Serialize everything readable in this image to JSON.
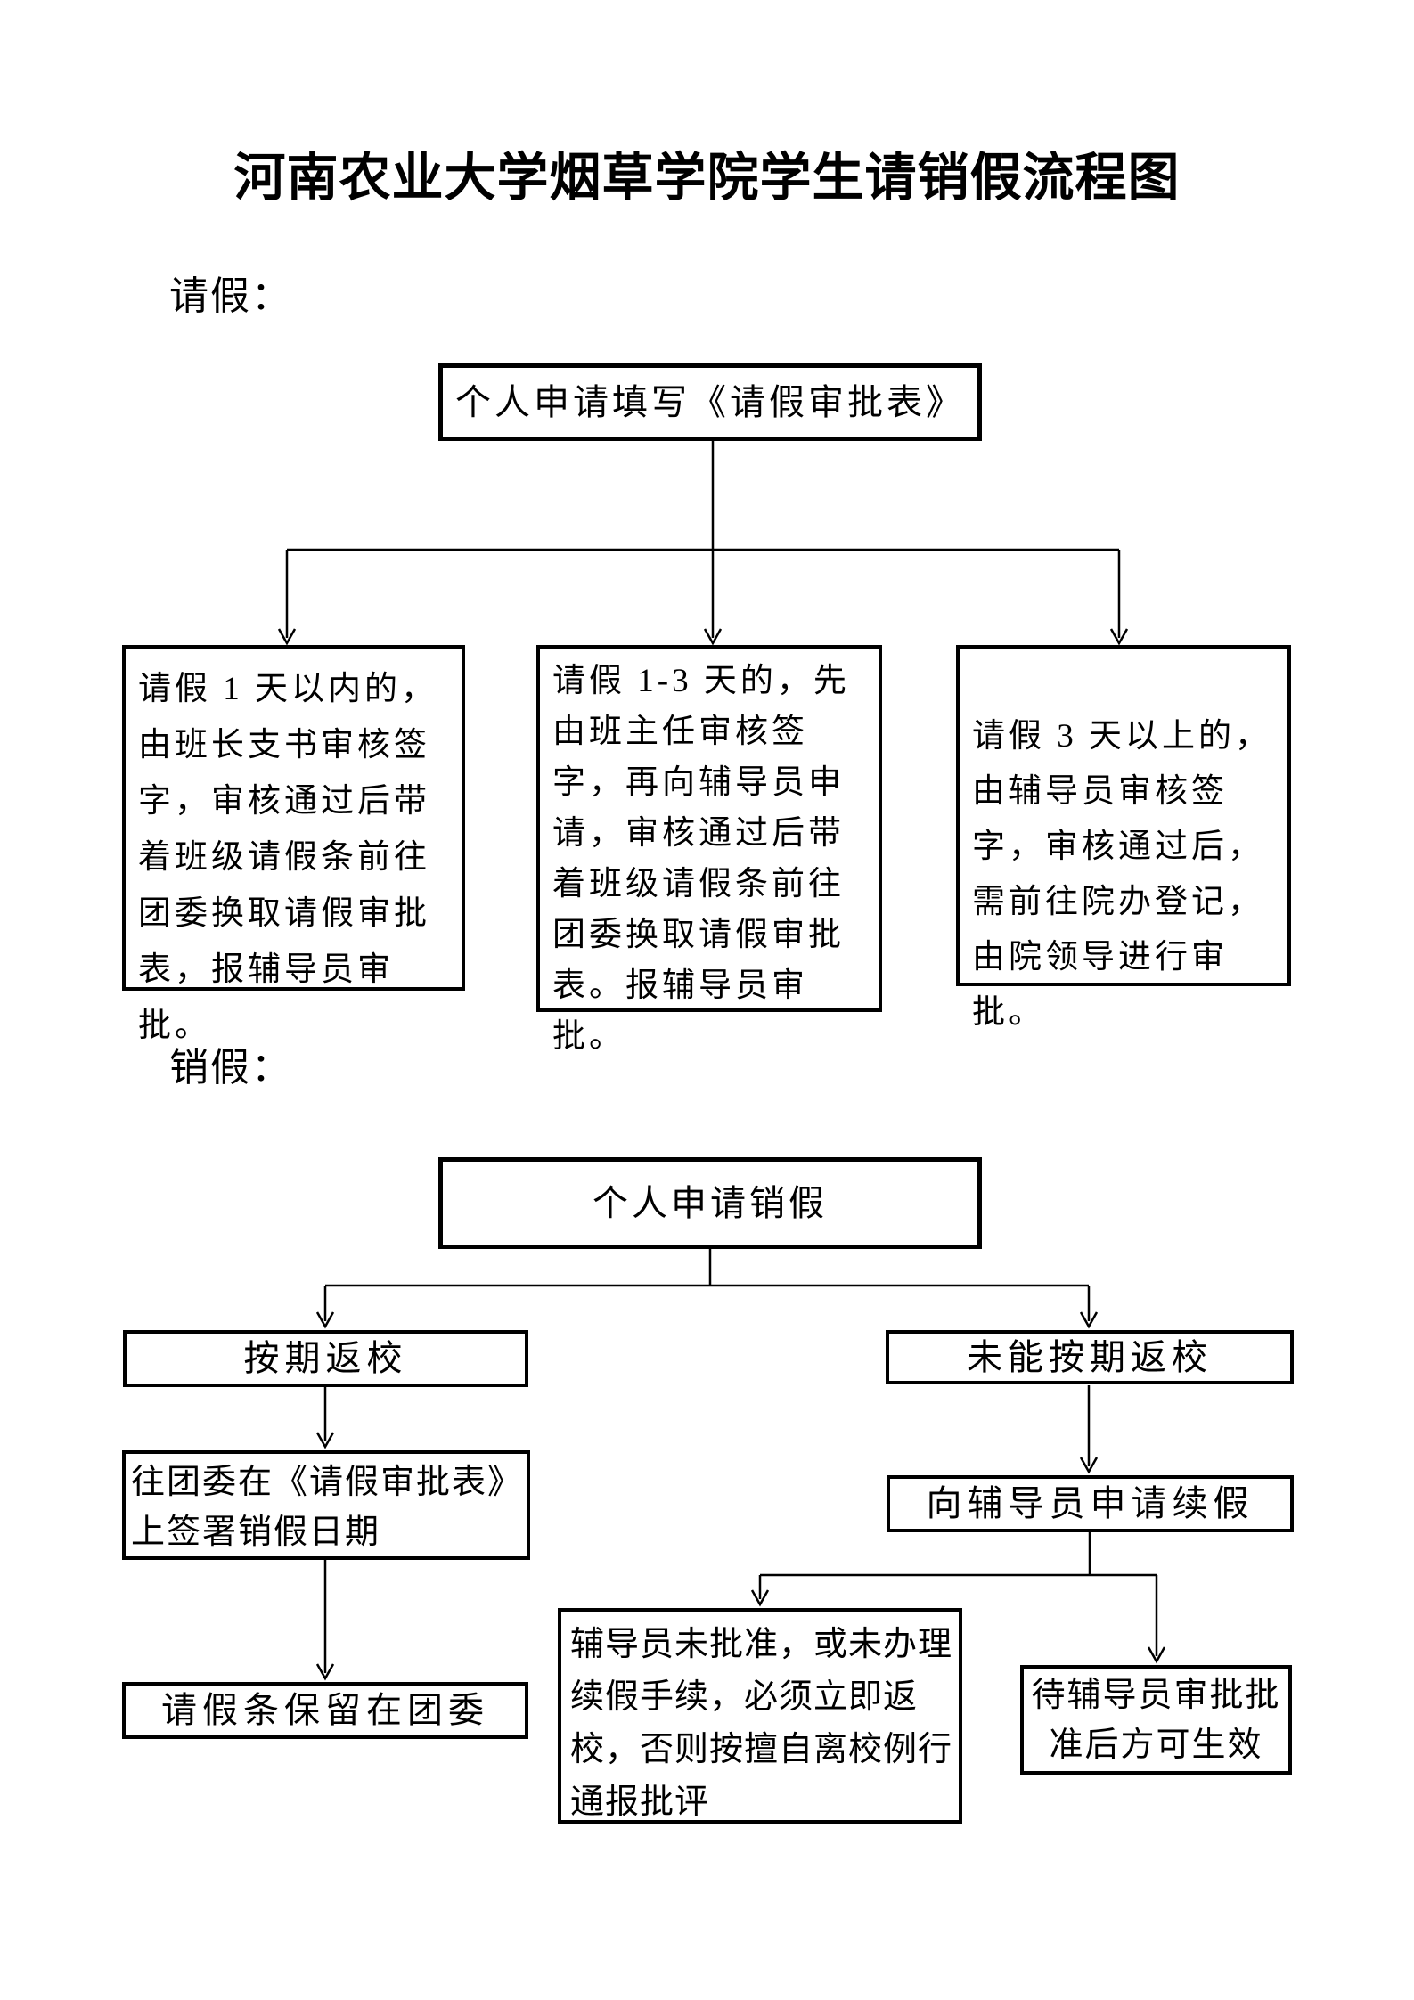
{
  "page": {
    "title": "河南农业大学烟草学院学生请销假流程图"
  },
  "sections": {
    "leave": {
      "label": "请假：",
      "root": "个人申请填写《请假审批表》",
      "branches": [
        "请假 1 天以内的，由班长支书审核签字，审核通过后带着班级请假条前往团委换取请假审批表，报辅导员审批。",
        "请假 1-3 天的，先由班主任审核签字，再向辅导员申请，审核通过后带着班级请假条前往团委换取请假审批表。报辅导员审批。",
        "请假 3 天以上的，由辅导员审核签字，审核通过后，需前往院办登记，由院领导进行审批。"
      ]
    },
    "cancel": {
      "label": "销假：",
      "root": "个人申请销假",
      "on_time": {
        "step1": "按期返校",
        "step2": "往团委在《请假审批表》上签署销假日期",
        "step3": "请假条保留在团委"
      },
      "late": {
        "step1": "未能按期返校",
        "step2": "向辅导员申请续假",
        "not_approved": "辅导员未批准，或未办理续假手续，必须立即返校，否则按擅自离校例行通报批评",
        "approved": "待辅导员审批批准后方可生效"
      }
    }
  }
}
